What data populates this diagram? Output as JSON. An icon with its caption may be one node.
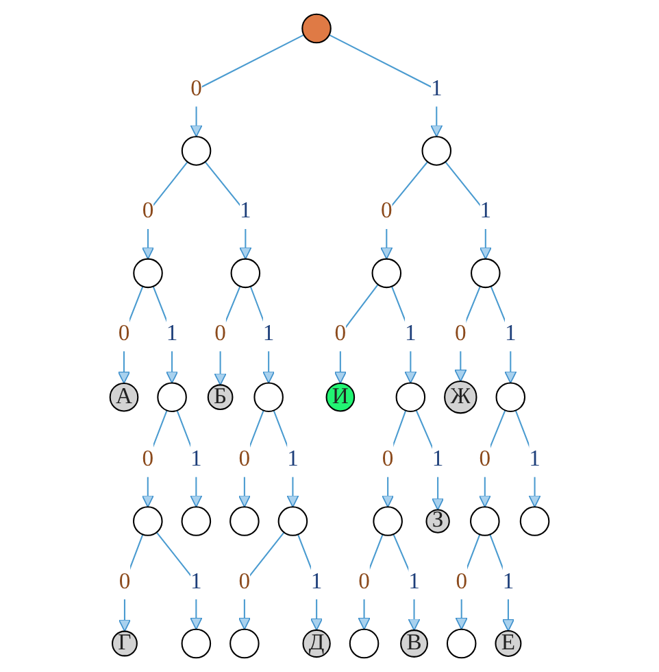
{
  "diagram": {
    "nodes": [
      {
        "text": [],
        "shape": "circle"
      },
      {
        "text": [],
        "shape": "circle"
      },
      {
        "text": [],
        "shape": "circle"
      },
      {
        "text": [],
        "shape": "circle"
      },
      {
        "text": [],
        "shape": "circle"
      },
      {
        "text": [],
        "shape": "circle"
      },
      {
        "text": [],
        "shape": "circle"
      },
      {
        "text": [
          "А"
        ]
      },
      {
        "text": [],
        "shape": "circle"
      },
      {
        "text": [
          "Б"
        ]
      },
      {
        "text": [],
        "shape": "circle"
      },
      {
        "text": [
          "И"
        ]
      },
      {
        "text": [],
        "shape": "circle"
      },
      {
        "text": [
          "Ж"
        ]
      },
      {
        "text": [],
        "shape": "circle"
      },
      {
        "text": [],
        "shape": "circle"
      },
      {
        "text": [],
        "shape": "circle"
      },
      {
        "text": [],
        "shape": "circle"
      },
      {
        "text": [],
        "shape": "circle"
      },
      {
        "text": [],
        "shape": "circle"
      },
      {
        "text": [
          "З"
        ]
      },
      {
        "text": [],
        "shape": "circle"
      },
      {
        "text": [],
        "shape": "circle"
      },
      {
        "text": [
          "Г"
        ]
      },
      {
        "text": [],
        "shape": "circle"
      },
      {
        "text": [],
        "shape": "circle"
      },
      {
        "text": [
          "Д"
        ]
      },
      {
        "text": [],
        "shape": "circle"
      },
      {
        "text": [
          "В"
        ]
      },
      {
        "text": [],
        "shape": "circle"
      },
      {
        "text": [
          "Е"
        ]
      }
    ],
    "edges": [
      {
        "from": 0,
        "to": 1,
        "arrow": "to",
        "label": "0"
      },
      {
        "from": 0,
        "to": 2,
        "arrow": "to",
        "label": "1"
      },
      {
        "from": 1,
        "to": 3,
        "arrow": "to",
        "label": "0"
      },
      {
        "from": 1,
        "to": 4,
        "arrow": "to",
        "label": "1"
      },
      {
        "from": 2,
        "to": 5,
        "arrow": "to",
        "label": "0"
      },
      {
        "from": 2,
        "to": 6,
        "arrow": "to",
        "label": "1"
      },
      {
        "from": 3,
        "to": 7,
        "arrow": "to",
        "label": "0"
      },
      {
        "from": 3,
        "to": 8,
        "arrow": "to",
        "label": "1"
      },
      {
        "from": 4,
        "to": 9,
        "arrow": "to",
        "label": "0"
      },
      {
        "from": 4,
        "to": 10,
        "arrow": "to",
        "label": "1"
      },
      {
        "from": 5,
        "to": 11,
        "arrow": "to",
        "label": "0"
      },
      {
        "from": 5,
        "to": 12,
        "arrow": "to",
        "label": "1"
      },
      {
        "from": 6,
        "to": 13,
        "arrow": "to",
        "label": "0"
      },
      {
        "from": 6,
        "to": 14,
        "arrow": "to",
        "label": "1"
      },
      {
        "from": 8,
        "to": 15,
        "arrow": "to",
        "label": "0"
      },
      {
        "from": 8,
        "to": 16,
        "arrow": "to",
        "label": "1"
      },
      {
        "from": 10,
        "to": 17,
        "arrow": "to",
        "label": "0"
      },
      {
        "from": 10,
        "to": 18,
        "arrow": "to",
        "label": "1"
      },
      {
        "from": 12,
        "to": 19,
        "arrow": "to",
        "label": "0"
      },
      {
        "from": 12,
        "to": 20,
        "arrow": "to",
        "label": "1"
      },
      {
        "from": 14,
        "to": 21,
        "arrow": "to",
        "label": "0"
      },
      {
        "from": 14,
        "to": 22,
        "arrow": "to",
        "label": "1"
      },
      {
        "from": 15,
        "to": 23,
        "arrow": "to",
        "label": "0"
      },
      {
        "from": 15,
        "to": 24,
        "arrow": "to",
        "label": "1"
      },
      {
        "from": 18,
        "to": 25,
        "arrow": "to",
        "label": "0"
      },
      {
        "from": 18,
        "to": 26,
        "arrow": "to",
        "label": "1"
      },
      {
        "from": 19,
        "to": 27,
        "arrow": "to",
        "label": "0"
      },
      {
        "from": 19,
        "to": 28,
        "arrow": "to",
        "label": "1"
      },
      {
        "from": 21,
        "to": 29,
        "arrow": "to",
        "label": "0"
      },
      {
        "from": 21,
        "to": 30,
        "arrow": "to",
        "label": "1"
      }
    ]
  }
}
